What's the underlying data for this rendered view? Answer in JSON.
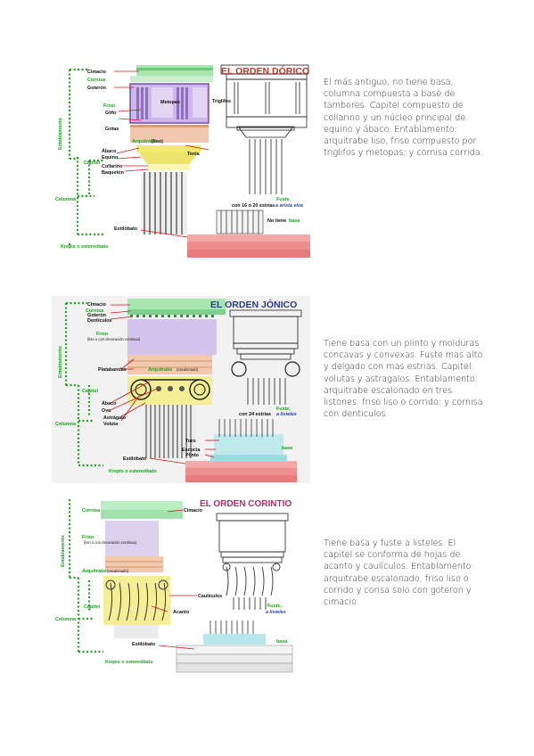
{
  "sections": [
    {
      "title": "EL ORDEN DÓRICO",
      "description": "El más antiguo, no tiene basa, columna compuesta a base de tambores. Capitel compuesto de collarino y un núcleo principal de equino y ábaco. Entablamento: arquitrabe liso, friso compuesto por triglifos y metopas; y cornisa corrida.",
      "labels": {
        "cimacio": "Cimacio",
        "cornisa": "Cornisa",
        "goteron": "Goterón",
        "entablamento": "Entablamento",
        "friso": "Friso",
        "glifo": "Glifo",
        "metopas": "Metopas",
        "triglifos": "Triglifos",
        "gotas": "Gotas",
        "arquitrabe": "Arquitrabe",
        "liso": "(liso)",
        "tenia": "Tenia",
        "abaco": "Ábaco",
        "equino": "Equino",
        "capitel": "Capitel",
        "collarino": "Collarino",
        "baqueton": "Baquetón",
        "columna": "Columna",
        "fuste": "Fuste,",
        "estrias": "con 16 ó 20 estrías",
        "arista_viva": "a arista viva",
        "estilobato": "Estilóbato",
        "no_basa": "No tiene",
        "basa": "basa",
        "krepis": "Krepis o estereóbato"
      }
    },
    {
      "title": "EL ORDEN JÓNICO",
      "description": "Tiene basa con un plinto y molduras concavas y convexas. Fuste mas alto y delgado con mas estrias. Capitel: volutas y astragalos. Entablamento: arquitrabe escalonado en tres listones: friso liso o corrido: y cornisa con denticulos.",
      "labels": {
        "cimacio": "Cimacio",
        "cornisa": "Cornisa",
        "goteron": "Goterón",
        "denticulos": "Dentículos",
        "friso": "Friso",
        "friso_sub": "(liso o con decoración continua)",
        "entablamento": "Entablamento",
        "platabandas": "Platabandas",
        "arquitrabe": "Arquitrabe",
        "escalonado": "(escalonado)",
        "abaco": "Ábaco",
        "ova": "Ova",
        "capitel": "Capitel",
        "astragalo": "Astrágalo",
        "voluta": "Voluta",
        "columna": "Columna",
        "fuste": "Fuste,",
        "estrias": "con 24 estrías",
        "listeles": "a listeles",
        "toro": "Toro",
        "escocia": "Escocia",
        "plinto": "Plinto",
        "basa": "basa",
        "estilobato": "Estilóbato",
        "krepis": "Krepis o estereóbato"
      }
    },
    {
      "title": "EL ORDEN CORINTIO",
      "description": "Tiene basa y fuste a listeles. El capitel se conforma de hojas de acanto y caulículos. Entablamento: arquitrabe escalonado, friso liso o corrido y corisa solo con goteron y cimacio.",
      "labels": {
        "cornisa": "Cornisa",
        "cimacio": "Cimacio",
        "entablamento": "Entablamento",
        "friso": "Friso",
        "friso_sub": "(liso o con decoración continua)",
        "arquitrabe": "Arquitrabe",
        "escalonado": "(escalonado)",
        "caulicolos": "Caulículos",
        "capitel": "Capitel",
        "acanto": "Acanto",
        "columna": "Columna",
        "fuste": "Fuste,",
        "listeles": "a listeles",
        "basa": "basa",
        "estilobato": "Estilóbato",
        "krepis": "Krepis o estereóbato"
      }
    }
  ]
}
